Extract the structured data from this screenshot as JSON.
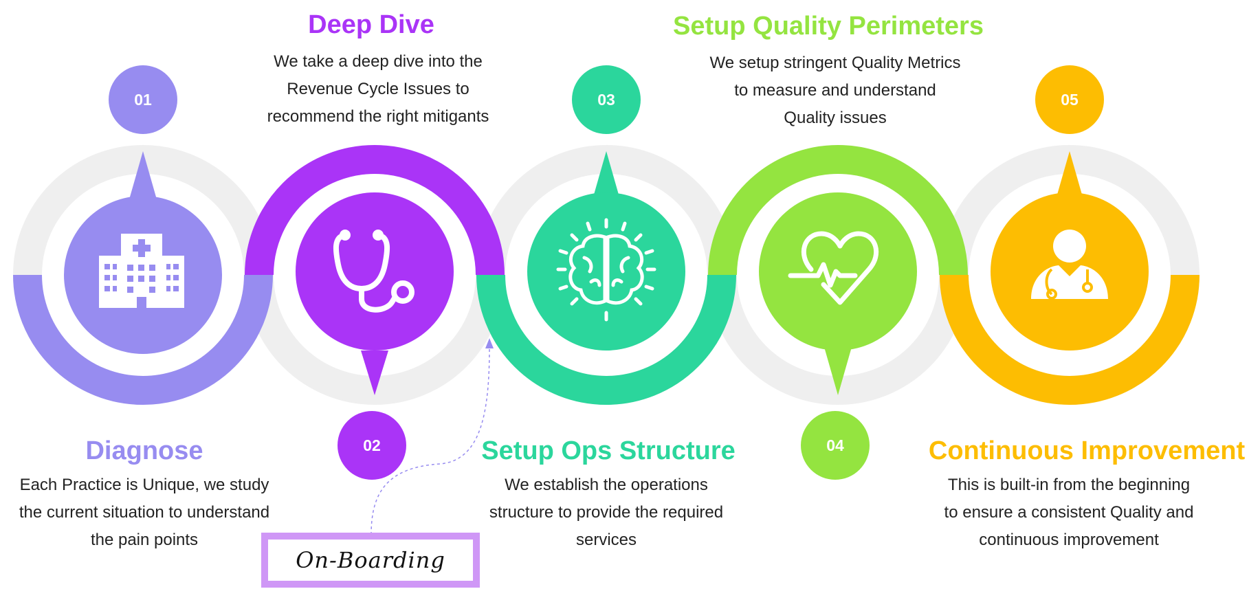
{
  "steps": [
    {
      "number": "01",
      "title": "Diagnose",
      "description": "Each Practice is Unique, we study\nthe current situation to understand\nthe pain points",
      "color": "#978cf0",
      "icon": "hospital-icon"
    },
    {
      "number": "02",
      "title": "Deep Dive",
      "description": "We take a deep dive into the\nRevenue Cycle Issues to\nrecommend the right mitigants",
      "color": "#aa34f7",
      "icon": "stethoscope-icon"
    },
    {
      "number": "03",
      "title": "Setup Ops Structure",
      "description": "We establish the operations\nstructure to provide the required\nservices",
      "color": "#2bd69c",
      "icon": "brain-icon"
    },
    {
      "number": "04",
      "title": "Setup Quality Perimeters",
      "description": "We setup stringent Quality Metrics\nto measure and understand\nQuality issues",
      "color": "#94e440",
      "icon": "heartbeat-icon"
    },
    {
      "number": "05",
      "title": "Continuous Improvement",
      "description": "This is built-in from the beginning\nto ensure a consistent Quality and\ncontinuous improvement",
      "color": "#fdbd02",
      "icon": "doctor-icon"
    }
  ],
  "annotation": {
    "label": "On-Boarding",
    "border_color": "#cf97f6"
  },
  "ring_track_color": "#efefef"
}
